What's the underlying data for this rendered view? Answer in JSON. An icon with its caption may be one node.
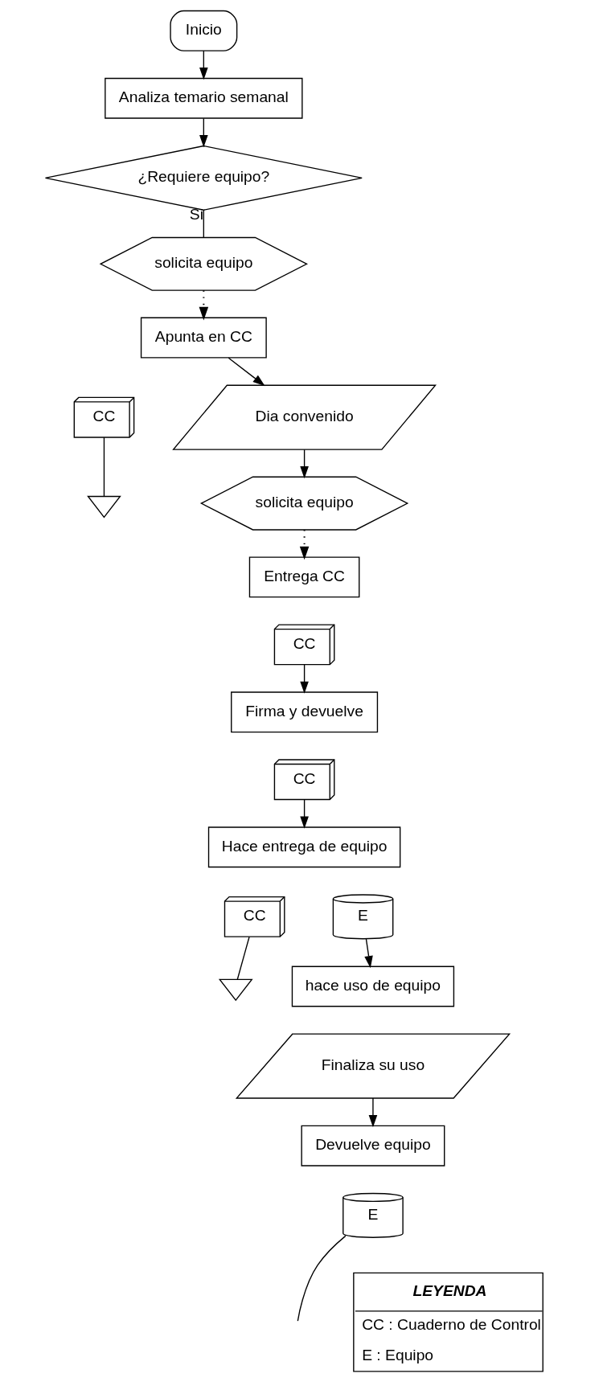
{
  "diagram": {
    "nodes": [
      {
        "text": [
          "Inicio"
        ]
      },
      {
        "text": [
          "Analiza temario semanal"
        ]
      },
      {
        "text": [
          "¿Requiere equipo?"
        ]
      },
      {
        "text": [
          "solicita equipo"
        ]
      },
      {
        "text": [
          "Apunta en CC"
        ]
      },
      {
        "text": [
          "CC"
        ]
      },
      {
        "text": [],
        "shape": "triangle"
      },
      {
        "text": [
          "Dia convenido"
        ]
      },
      {
        "text": [
          "solicita equipo"
        ]
      },
      {
        "text": [
          "Entrega CC"
        ]
      },
      {
        "text": [
          "CC"
        ]
      },
      {
        "text": [
          "Firma y devuelve"
        ]
      },
      {
        "text": [
          "CC"
        ]
      },
      {
        "text": [
          "Hace entrega de equipo"
        ]
      },
      {
        "text": [
          "CC"
        ]
      },
      {
        "text": [],
        "shape": "triangle"
      },
      {
        "text": [
          "E"
        ]
      },
      {
        "text": [
          "hace uso de equipo"
        ]
      },
      {
        "text": [
          "Finaliza su uso"
        ]
      },
      {
        "text": [
          "Devuelve equipo"
        ]
      },
      {
        "text": [
          "E"
        ]
      }
    ],
    "edges": [
      {
        "from": 0,
        "to": 1,
        "arrow": "to"
      },
      {
        "from": 1,
        "to": 2,
        "arrow": "to"
      },
      {
        "from": 2,
        "to": 3,
        "arrow": "none",
        "label": "Si"
      },
      {
        "from": 3,
        "to": 4,
        "arrow": "to",
        "style": "dashed"
      },
      {
        "from": 5,
        "to": 6,
        "arrow": "none"
      },
      {
        "from": 4,
        "to": 7,
        "arrow": "to"
      },
      {
        "from": 7,
        "to": 8,
        "arrow": "to"
      },
      {
        "from": 8,
        "to": 9,
        "arrow": "to",
        "style": "dashed"
      },
      {
        "from": 10,
        "to": 11,
        "arrow": "to"
      },
      {
        "from": 12,
        "to": 13,
        "arrow": "to"
      },
      {
        "from": 14,
        "to": 15,
        "arrow": "none"
      },
      {
        "from": 16,
        "to": 17,
        "arrow": "to"
      },
      {
        "from": 18,
        "to": 19,
        "arrow": "to"
      },
      {
        "from": 20,
        "to": null,
        "arrow": "none"
      }
    ],
    "labels": [
      "LEYENDA"
    ],
    "legend": [
      {
        "text": "CC : Cuaderno de Control"
      },
      {
        "text": "E : Equipo"
      }
    ]
  }
}
